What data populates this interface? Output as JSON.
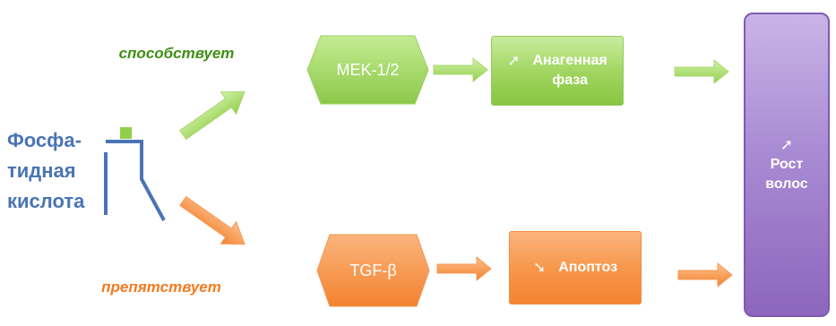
{
  "labels": {
    "promotes": "способствует",
    "inhibits": "препятствует"
  },
  "source": {
    "lines": [
      "Фосфа-",
      "тидная",
      "кислота"
    ]
  },
  "nodes": {
    "mek": "MEK-1/2",
    "tgf": "TGF-β",
    "anagen": {
      "icon": "up-right-arrow-icon",
      "glyph": "➚",
      "line1": "Анагенная",
      "line2": "фаза"
    },
    "apoptosis": {
      "icon": "down-right-arrow-icon",
      "glyph": "➘",
      "text": "Апоптоз"
    },
    "growth": {
      "icon": "up-right-arrow-icon",
      "glyph": "➚",
      "line1": "Рост",
      "line2": "волос"
    }
  },
  "colors": {
    "green": "#8fcf4a",
    "orange": "#f58a38",
    "purple": "#9a78c6",
    "blue": "#4a74b5"
  }
}
